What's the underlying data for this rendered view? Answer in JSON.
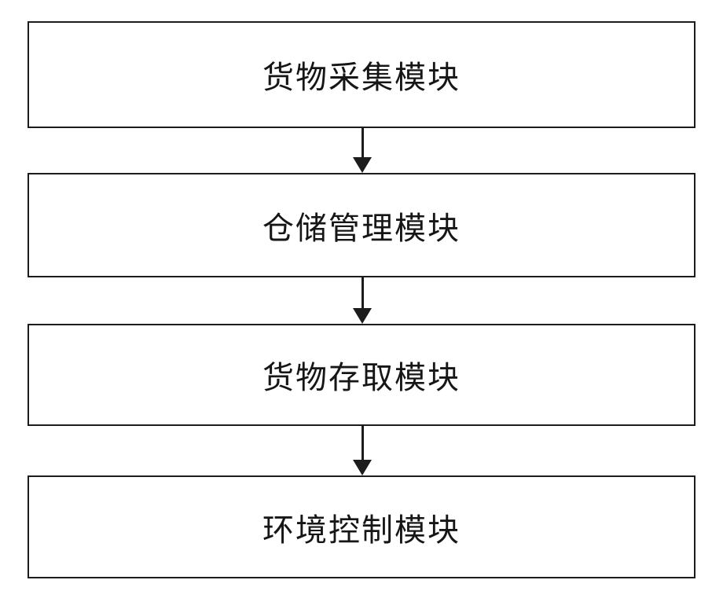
{
  "diagram": {
    "type": "flowchart",
    "direction": "top-down",
    "modules": [
      {
        "label": "货物采集模块"
      },
      {
        "label": "仓储管理模块"
      },
      {
        "label": "货物存取模块"
      },
      {
        "label": "环境控制模块"
      }
    ],
    "connections": [
      {
        "from": 0,
        "to": 1,
        "style": "arrow-down"
      },
      {
        "from": 1,
        "to": 2,
        "style": "arrow-down"
      },
      {
        "from": 2,
        "to": 3,
        "style": "arrow-down"
      }
    ],
    "colors": {
      "background": "#ffffff",
      "border": "#1c1c1c",
      "text": "#161616",
      "arrow": "#1c1c1c"
    }
  }
}
